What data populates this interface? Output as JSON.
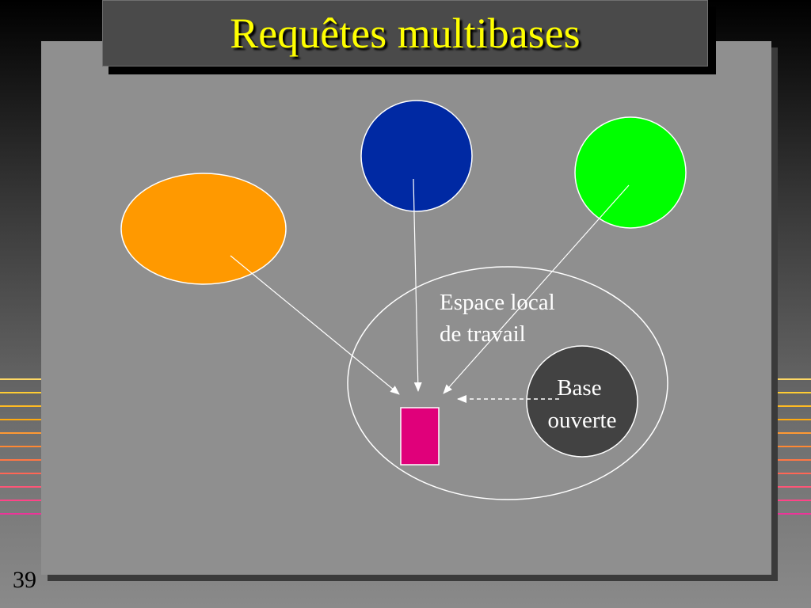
{
  "slide": {
    "title": "Requêtes multibases",
    "page_number": "39"
  },
  "diagram": {
    "workspace_label": [
      "Espace local",
      "de travail"
    ],
    "open_base_label": [
      "Base",
      "ouverte"
    ]
  },
  "colors": {
    "background_top": "#000000",
    "panel": "#8f8f8f",
    "title_box": "#4a4a4a",
    "title_text": "#ffff00",
    "orange_db": "#ff9900",
    "blue_db": "#0029a3",
    "green_db": "#00ff00",
    "open_base": "#424242",
    "local_item": "#e0007a",
    "lines": "#ffffff",
    "stripes": [
      "#ffd966",
      "#ffcc33",
      "#ffbb22",
      "#ffaa11",
      "#ff9933",
      "#ff8833",
      "#ff7744",
      "#ff6655",
      "#ff5577",
      "#ff4488",
      "#ee3399"
    ]
  }
}
